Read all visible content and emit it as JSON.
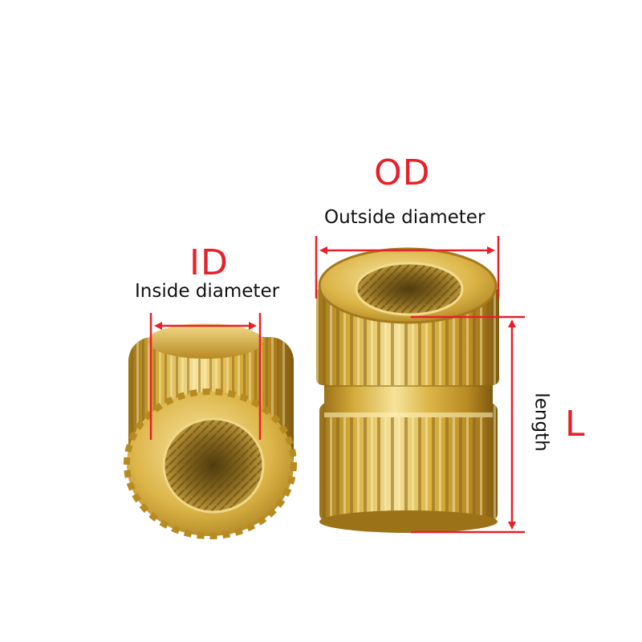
{
  "labels": {
    "id_code": "ID",
    "id_text": "Inside diameter",
    "od_code": "OD",
    "od_text": "Outside diameter",
    "l_code": "L",
    "length_text": "length"
  },
  "colors": {
    "accent_red": "#e8202a",
    "brass_light": "#f3dc8a",
    "brass_mid": "#d4ac3c",
    "brass_dark": "#8a6414",
    "thread_dark": "#6e5518"
  }
}
